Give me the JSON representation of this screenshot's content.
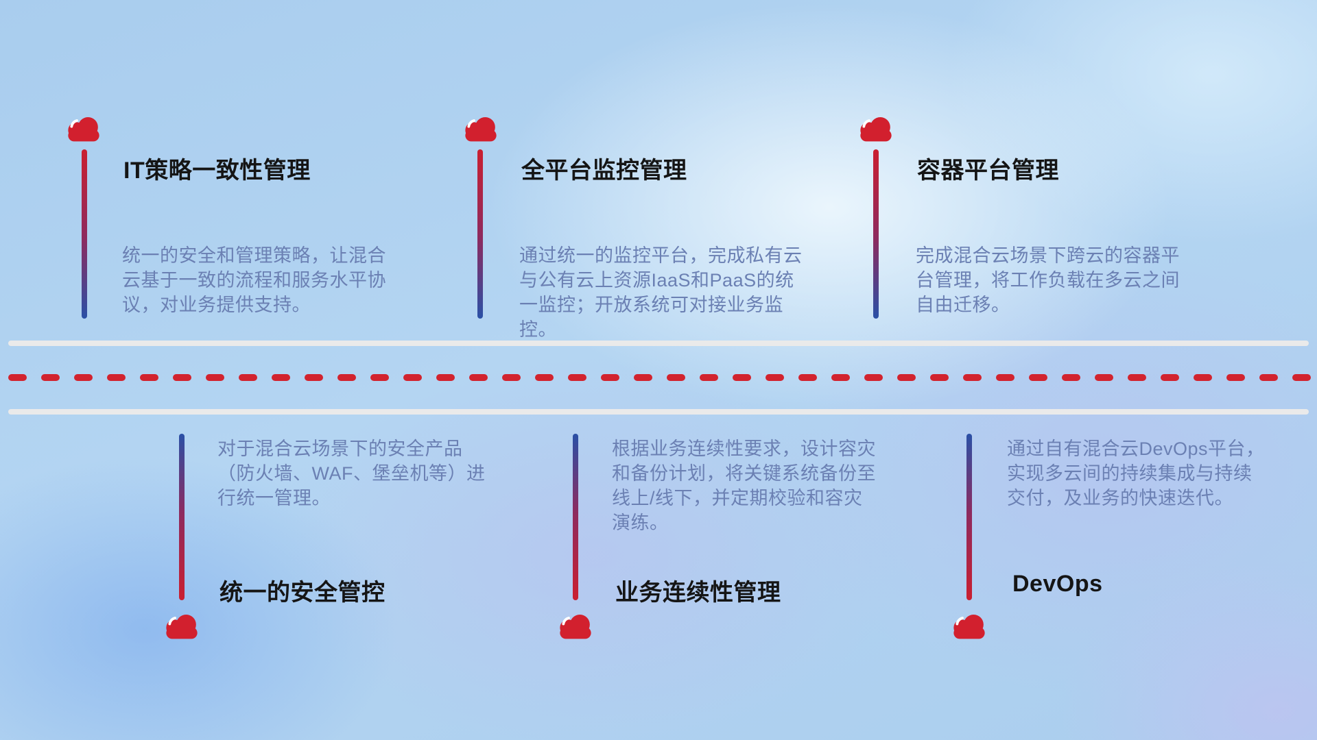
{
  "diagram": {
    "theme": "hybrid-cloud management capabilities timeline",
    "colors": {
      "accent_red": "#d2202e",
      "dash_red": "#d2232e",
      "stem_red": "#ca1f30",
      "stem_blue": "#2a50a6",
      "title_text": "#151515",
      "description_text": "#6b80b3",
      "separator_gray": "#eaeaea",
      "background_blue": "#aed2f0"
    }
  },
  "top_items": [
    {
      "title": "IT策略一致性管理",
      "description": "统一的安全和管理策略，让混合云基于一致的流程和服务水平协议，对业务提供支持。"
    },
    {
      "title": "全平台监控管理",
      "description": "通过统一的监控平台，完成私有云与公有云上资源IaaS和PaaS的统一监控；开放系统可对接业务监控。"
    },
    {
      "title": "容器平台管理",
      "description": "完成混合云场景下跨云的容器平台管理，将工作负载在多云之间自由迁移。"
    }
  ],
  "bottom_items": [
    {
      "title": "统一的安全管控",
      "description": "对于混合云场景下的安全产品（防火墙、WAF、堡垒机等）进行统一管理。"
    },
    {
      "title": "业务连续性管理",
      "description": "根据业务连续性要求，设计容灾和备份计划，将关键系统备份至线上/线下，并定期校验和容灾演练。"
    },
    {
      "title": "DevOps",
      "description": "通过自有混合云DevOps平台，实现多云间的持续集成与持续交付，及业务的快速迭代。"
    }
  ]
}
